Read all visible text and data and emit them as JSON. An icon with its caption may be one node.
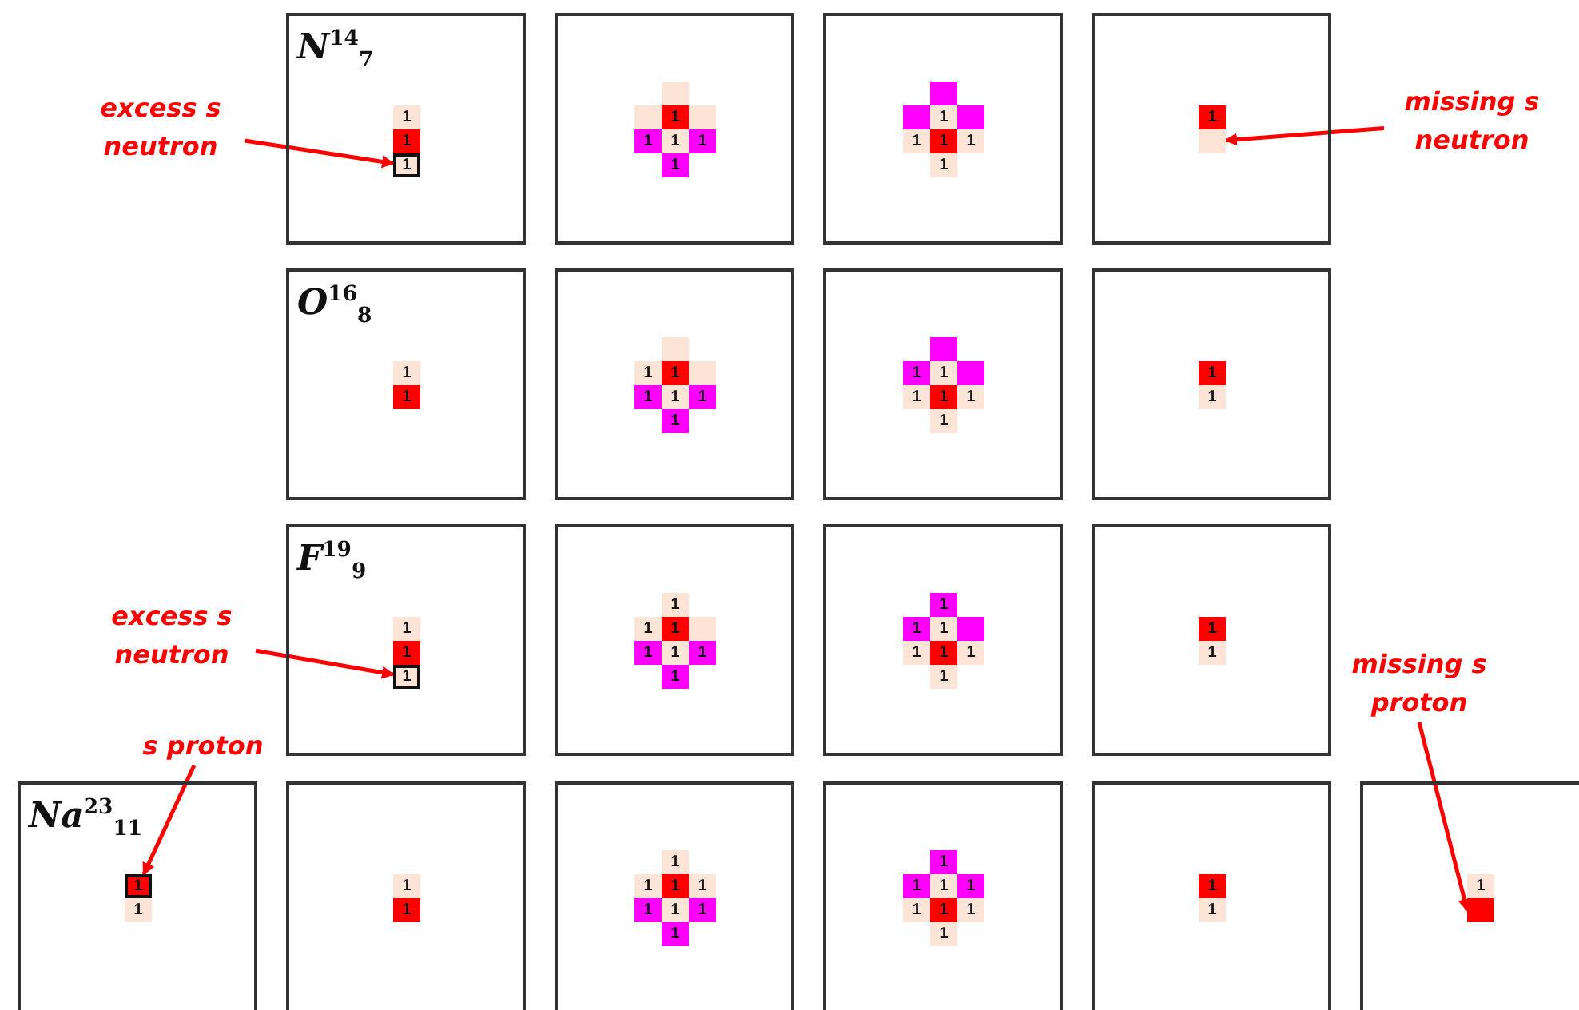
{
  "diagram": {
    "nodes": [
      {
        "text": [
          "excess s neutron"
        ]
      },
      {
        "text": [
          "N$^{14}$$_{7}$"
        ]
      },
      {
        "text": [
          "1"
        ],
        "in": 1
      },
      {
        "text": [
          "1"
        ],
        "in": 1
      },
      {
        "text": [
          "1"
        ],
        "in": 1
      },
      {
        "text": [],
        "shape": "box"
      },
      {
        "text": [],
        "shape": "box",
        "in": 5
      },
      {
        "text": [],
        "shape": "box",
        "in": 5
      },
      {
        "text": [
          "1"
        ],
        "in": 5
      },
      {
        "text": [],
        "shape": "box",
        "in": 5
      },
      {
        "text": [
          "1"
        ],
        "in": 5
      },
      {
        "text": [
          "1"
        ],
        "in": 5
      },
      {
        "text": [
          "1"
        ],
        "in": 5
      },
      {
        "text": [
          "1"
        ],
        "in": 5
      },
      {
        "text": [],
        "shape": "box"
      },
      {
        "text": [],
        "shape": "box",
        "in": 14
      },
      {
        "text": [],
        "shape": "box",
        "in": 14
      },
      {
        "text": [
          "1"
        ],
        "in": 14
      },
      {
        "text": [],
        "shape": "box",
        "in": 14
      },
      {
        "text": [
          "1"
        ],
        "in": 14
      },
      {
        "text": [
          "1"
        ],
        "in": 14
      },
      {
        "text": [
          "1"
        ],
        "in": 14
      },
      {
        "text": [
          "1"
        ],
        "in": 14
      },
      {
        "text": [],
        "shape": "box"
      },
      {
        "text": [
          "1"
        ],
        "in": 23
      },
      {
        "text": [],
        "shape": "box",
        "in": 23
      },
      {
        "text": [
          "missing s neutron"
        ]
      },
      {
        "text": [
          "O$^{16}$$_{8}$"
        ]
      },
      {
        "text": [
          "1"
        ],
        "in": 27
      },
      {
        "text": [
          "1"
        ],
        "in": 27
      },
      {
        "text": [],
        "shape": "box"
      },
      {
        "text": [],
        "shape": "box",
        "in": 30
      },
      {
        "text": [
          "1"
        ],
        "in": 30
      },
      {
        "text": [
          "1"
        ],
        "in": 30
      },
      {
        "text": [],
        "shape": "box",
        "in": 30
      },
      {
        "text": [
          "1"
        ],
        "in": 30
      },
      {
        "text": [
          "1"
        ],
        "in": 30
      },
      {
        "text": [
          "1"
        ],
        "in": 30
      },
      {
        "text": [
          "1"
        ],
        "in": 30
      },
      {
        "text": [],
        "shape": "box"
      },
      {
        "text": [],
        "shape": "box",
        "in": 39
      },
      {
        "text": [
          "1"
        ],
        "in": 39
      },
      {
        "text": [
          "1"
        ],
        "in": 39
      },
      {
        "text": [],
        "shape": "box",
        "in": 39
      },
      {
        "text": [
          "1"
        ],
        "in": 39
      },
      {
        "text": [
          "1"
        ],
        "in": 39
      },
      {
        "text": [
          "1"
        ],
        "in": 39
      },
      {
        "text": [
          "1"
        ],
        "in": 39
      },
      {
        "text": [],
        "shape": "box"
      },
      {
        "text": [
          "1"
        ],
        "in": 48
      },
      {
        "text": [
          "1"
        ],
        "in": 48
      },
      {
        "text": [
          "excess s neutron"
        ]
      },
      {
        "text": [
          "F$^{19}$$_{9}$"
        ]
      },
      {
        "text": [
          "1"
        ],
        "in": 52
      },
      {
        "text": [
          "1"
        ],
        "in": 52
      },
      {
        "text": [
          "1"
        ],
        "in": 52
      },
      {
        "text": [],
        "shape": "box"
      },
      {
        "text": [
          "1"
        ],
        "in": 56
      },
      {
        "text": [
          "1"
        ],
        "in": 56
      },
      {
        "text": [
          "1"
        ],
        "in": 56
      },
      {
        "text": [],
        "shape": "box",
        "in": 56
      },
      {
        "text": [
          "1"
        ],
        "in": 56
      },
      {
        "text": [
          "1"
        ],
        "in": 56
      },
      {
        "text": [
          "1"
        ],
        "in": 56
      },
      {
        "text": [
          "1"
        ],
        "in": 56
      },
      {
        "text": [],
        "shape": "box"
      },
      {
        "text": [
          "1"
        ],
        "in": 65
      },
      {
        "text": [
          "1"
        ],
        "in": 65
      },
      {
        "text": [
          "1"
        ],
        "in": 65
      },
      {
        "text": [],
        "shape": "box",
        "in": 65
      },
      {
        "text": [
          "1"
        ],
        "in": 65
      },
      {
        "text": [
          "1"
        ],
        "in": 65
      },
      {
        "text": [
          "1"
        ],
        "in": 65
      },
      {
        "text": [
          "1"
        ],
        "in": 65
      },
      {
        "text": [],
        "shape": "box"
      },
      {
        "text": [
          "1"
        ],
        "in": 74
      },
      {
        "text": [
          "1"
        ],
        "in": 74
      },
      {
        "text": [
          "missing s proton"
        ]
      },
      {
        "text": [
          "s proton"
        ]
      },
      {
        "text": [
          "Na$^{23}$$_{11}$"
        ]
      },
      {
        "text": [
          "1"
        ],
        "in": 79
      },
      {
        "text": [
          "1"
        ],
        "in": 79
      },
      {
        "text": [],
        "shape": "box"
      },
      {
        "text": [
          "1"
        ],
        "in": 82
      },
      {
        "text": [
          "1"
        ],
        "in": 82
      },
      {
        "text": [],
        "shape": "box"
      },
      {
        "text": [
          "1"
        ],
        "in": 85
      },
      {
        "text": [
          "1"
        ],
        "in": 85
      },
      {
        "text": [
          "1"
        ],
        "in": 85
      },
      {
        "text": [
          "1"
        ],
        "in": 85
      },
      {
        "text": [
          "1"
        ],
        "in": 85
      },
      {
        "text": [
          "1"
        ],
        "in": 85
      },
      {
        "text": [
          "1"
        ],
        "in": 85
      },
      {
        "text": [
          "1"
        ],
        "in": 85
      },
      {
        "text": [],
        "shape": "box"
      },
      {
        "text": [
          "1"
        ],
        "in": 94
      },
      {
        "text": [
          "1"
        ],
        "in": 94
      },
      {
        "text": [
          "1"
        ],
        "in": 94
      },
      {
        "text": [
          "1"
        ],
        "in": 94
      },
      {
        "text": [
          "1"
        ],
        "in": 94
      },
      {
        "text": [
          "1"
        ],
        "in": 94
      },
      {
        "text": [
          "1"
        ],
        "in": 94
      },
      {
        "text": [
          "1"
        ],
        "in": 94
      },
      {
        "text": [],
        "shape": "box"
      },
      {
        "text": [
          "1"
        ],
        "in": 103
      },
      {
        "text": [
          "1"
        ],
        "in": 103
      },
      {
        "text": [],
        "shape": "box"
      },
      {
        "text": [
          "1"
        ],
        "in": 106
      },
      {
        "text": [],
        "shape": "box",
        "in": 106
      }
    ],
    "edges": [
      {
        "from": 0,
        "to": 4,
        "arrow": "to"
      },
      {
        "from": 26,
        "to": 25,
        "arrow": "to"
      },
      {
        "from": 51,
        "to": 55,
        "arrow": "to"
      },
      {
        "from": 78,
        "to": 80,
        "arrow": "to"
      },
      {
        "from": 77,
        "to": 108,
        "arrow": "to"
      }
    ]
  }
}
